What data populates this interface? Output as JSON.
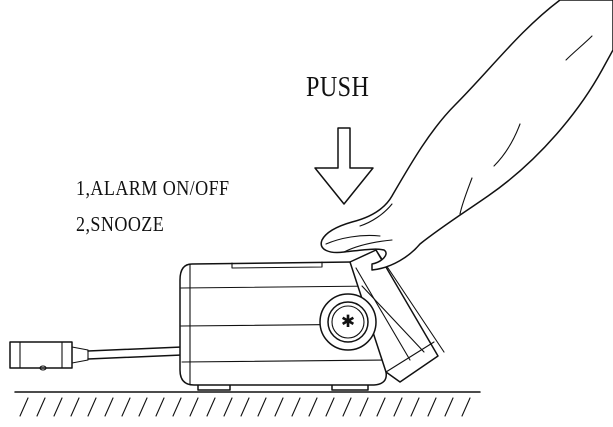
{
  "instruction": {
    "push_label": "PUSH",
    "steps": [
      {
        "label": "1,ALARM ON/OFF"
      },
      {
        "label": "2,SNOOZE"
      }
    ],
    "button_symbol": "✱"
  },
  "colors": {
    "line": "#111111",
    "background": "#ffffff"
  },
  "icons": [
    "down-arrow-icon",
    "hand-icon",
    "alarm-clock-device",
    "power-plug-icon",
    "snooze-button-icon"
  ]
}
